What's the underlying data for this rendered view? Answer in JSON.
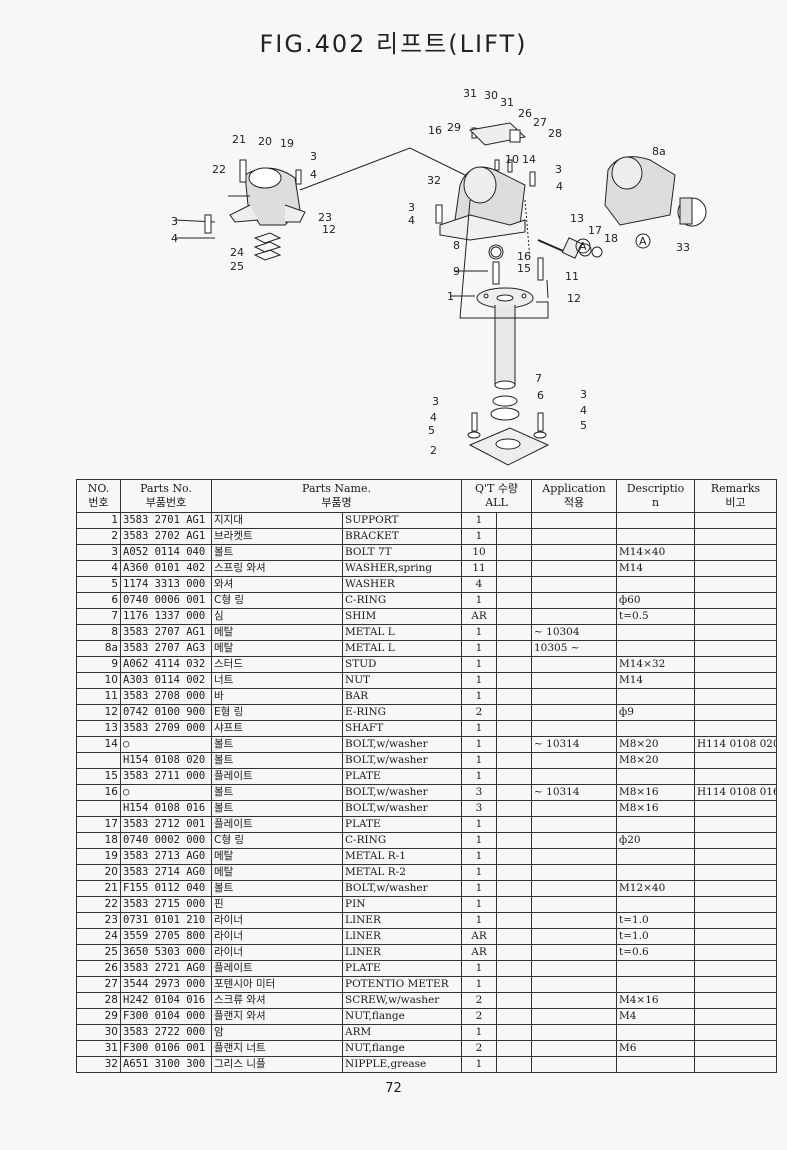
{
  "title": "FIG.402 리프트(LIFT)",
  "page_number": "72",
  "callouts": {
    "c31a": "31",
    "c30": "30",
    "c31b": "31",
    "c26": "26",
    "c27": "27",
    "c28": "28",
    "c16a": "16",
    "c29": "29",
    "c10": "10",
    "c14": "14",
    "c3a": "3",
    "c4a": "4",
    "c32": "32",
    "c3b": "3",
    "c4b": "4",
    "c8": "8",
    "c13": "13",
    "c17": "17",
    "c18": "18",
    "cA1": "A",
    "c16b": "16",
    "c15": "15",
    "c11": "11",
    "c9": "9",
    "c1": "1",
    "c12a": "12",
    "c21": "21",
    "c20": "20",
    "c19": "19",
    "c22": "22",
    "c3c": "3",
    "c4c": "4",
    "c3d": "3",
    "c4d": "4",
    "c23": "23",
    "c12b": "12",
    "c24": "24",
    "c25": "25",
    "c8a": "8a",
    "cA2": "A",
    "c33": "33",
    "c7": "7",
    "c6": "6",
    "c3e": "3",
    "c4e": "4",
    "c5a": "5",
    "c3f": "3",
    "c4f": "4",
    "c5b": "5",
    "c2": "2"
  },
  "table": {
    "headers": {
      "no_en": "NO.",
      "no_kr": "번호",
      "pn_en": "Parts No.",
      "pn_kr": "부품번호",
      "name_en": "Parts Name.",
      "name_kr": "부품명",
      "qt_top": "Q'T 수량",
      "qt_bottom": "ALL",
      "app_en": "Application",
      "app_kr": "적용",
      "desc_top": "Descriptio",
      "desc_bottom": "n",
      "rem_en": "Remarks",
      "rem_kr": "비고"
    },
    "rows": [
      {
        "no": "1",
        "pn": "3583 2701 AG1",
        "kr": "지지대",
        "en": "SUPPORT",
        "qty": "1",
        "app": "",
        "desc": "",
        "rem": ""
      },
      {
        "no": "2",
        "pn": "3583 2702 AG1",
        "kr": "브라켓트",
        "en": "BRACKET",
        "qty": "1",
        "app": "",
        "desc": "",
        "rem": ""
      },
      {
        "no": "3",
        "pn": "A052 0114 040",
        "kr": "볼트",
        "en": "BOLT 7T",
        "qty": "10",
        "app": "",
        "desc": "M14×40",
        "rem": ""
      },
      {
        "no": "4",
        "pn": "A360 0101 402",
        "kr": "스프링 와셔",
        "en": "WASHER,spring",
        "qty": "11",
        "app": "",
        "desc": "M14",
        "rem": ""
      },
      {
        "no": "5",
        "pn": "1174 3313 000",
        "kr": "와셔",
        "en": "WASHER",
        "qty": "4",
        "app": "",
        "desc": "",
        "rem": ""
      },
      {
        "no": "6",
        "pn": "0740 0006 001",
        "kr": "C형 링",
        "en": "C-RING",
        "qty": "1",
        "app": "",
        "desc": "ф60",
        "rem": ""
      },
      {
        "no": "7",
        "pn": "1176 1337 000",
        "kr": "심",
        "en": "SHIM",
        "qty": "AR",
        "app": "",
        "desc": "t=0.5",
        "rem": ""
      },
      {
        "no": "8",
        "pn": "3583 2707 AG1",
        "kr": "메탈",
        "en": "METAL L",
        "qty": "1",
        "app": "~ 10304",
        "desc": "",
        "rem": ""
      },
      {
        "no": "8a",
        "pn": "3583 2707 AG3",
        "kr": "메탈",
        "en": "METAL L",
        "qty": "1",
        "app": "10305 ~",
        "desc": "",
        "rem": ""
      },
      {
        "no": "9",
        "pn": "A062 4114 032",
        "kr": "스터드",
        "en": "STUD",
        "qty": "1",
        "app": "",
        "desc": "M14×32",
        "rem": ""
      },
      {
        "no": "10",
        "pn": "A303 0114 002",
        "kr": "너트",
        "en": "NUT",
        "qty": "1",
        "app": "",
        "desc": "M14",
        "rem": ""
      },
      {
        "no": "11",
        "pn": "3583 2708 000",
        "kr": "바",
        "en": "BAR",
        "qty": "1",
        "app": "",
        "desc": "",
        "rem": ""
      },
      {
        "no": "12",
        "pn": "0742 0100 900",
        "kr": "E형 링",
        "en": "E-RING",
        "qty": "2",
        "app": "",
        "desc": "ф9",
        "rem": ""
      },
      {
        "no": "13",
        "pn": "3583 2709 000",
        "kr": "샤프트",
        "en": "SHAFT",
        "qty": "1",
        "app": "",
        "desc": "",
        "rem": ""
      },
      {
        "no": "14",
        "pn": "○",
        "kr": "볼트",
        "en": "BOLT,w/washer",
        "qty": "1",
        "app": "~ 10314",
        "desc": "M8×20",
        "rem": "H114 0108 020"
      },
      {
        "no": "",
        "pn": "H154 0108 020",
        "kr": "볼트",
        "en": "BOLT,w/washer",
        "qty": "1",
        "app": "",
        "desc": "M8×20",
        "rem": ""
      },
      {
        "no": "15",
        "pn": "3583 2711 000",
        "kr": "플레이트",
        "en": "PLATE",
        "qty": "1",
        "app": "",
        "desc": "",
        "rem": ""
      },
      {
        "no": "16",
        "pn": "○",
        "kr": "볼트",
        "en": "BOLT,w/washer",
        "qty": "3",
        "app": "~ 10314",
        "desc": "M8×16",
        "rem": "H114 0108 016"
      },
      {
        "no": "",
        "pn": "H154 0108 016",
        "kr": "볼트",
        "en": "BOLT,w/washer",
        "qty": "3",
        "app": "",
        "desc": "M8×16",
        "rem": ""
      },
      {
        "no": "17",
        "pn": "3583 2712 001",
        "kr": "플레이트",
        "en": "PLATE",
        "qty": "1",
        "app": "",
        "desc": "",
        "rem": ""
      },
      {
        "no": "18",
        "pn": "0740 0002 000",
        "kr": "C형 링",
        "en": "C-RING",
        "qty": "1",
        "app": "",
        "desc": "ф20",
        "rem": ""
      },
      {
        "no": "19",
        "pn": "3583 2713 AG0",
        "kr": "메탈",
        "en": "METAL R-1",
        "qty": "1",
        "app": "",
        "desc": "",
        "rem": ""
      },
      {
        "no": "20",
        "pn": "3583 2714 AG0",
        "kr": "메탈",
        "en": "METAL R-2",
        "qty": "1",
        "app": "",
        "desc": "",
        "rem": ""
      },
      {
        "no": "21",
        "pn": "F155 0112 040",
        "kr": "볼트",
        "en": "BOLT,w/washer",
        "qty": "1",
        "app": "",
        "desc": "M12×40",
        "rem": ""
      },
      {
        "no": "22",
        "pn": "3583 2715 000",
        "kr": "핀",
        "en": "PIN",
        "qty": "1",
        "app": "",
        "desc": "",
        "rem": ""
      },
      {
        "no": "23",
        "pn": "0731 0101 210",
        "kr": "라이너",
        "en": "LINER",
        "qty": "1",
        "app": "",
        "desc": "t=1.0",
        "rem": ""
      },
      {
        "no": "24",
        "pn": "3559 2705 800",
        "kr": "라이너",
        "en": "LINER",
        "qty": "AR",
        "app": "",
        "desc": "t=1.0",
        "rem": ""
      },
      {
        "no": "25",
        "pn": "3650 5303 000",
        "kr": "라이너",
        "en": "LINER",
        "qty": "AR",
        "app": "",
        "desc": "t=0.6",
        "rem": ""
      },
      {
        "no": "26",
        "pn": "3583 2721 AG0",
        "kr": "플레이트",
        "en": "PLATE",
        "qty": "1",
        "app": "",
        "desc": "",
        "rem": ""
      },
      {
        "no": "27",
        "pn": "3544 2973 000",
        "kr": "포텐시아 미터",
        "en": "POTENTIO METER",
        "qty": "1",
        "app": "",
        "desc": "",
        "rem": ""
      },
      {
        "no": "28",
        "pn": "H242 0104 016",
        "kr": "스크류 와셔",
        "en": "SCREW,w/washer",
        "qty": "2",
        "app": "",
        "desc": "M4×16",
        "rem": ""
      },
      {
        "no": "29",
        "pn": "F300 0104 000",
        "kr": "플랜지 와셔",
        "en": "NUT,flange",
        "qty": "2",
        "app": "",
        "desc": "M4",
        "rem": ""
      },
      {
        "no": "30",
        "pn": "3583 2722 000",
        "kr": "암",
        "en": "ARM",
        "qty": "1",
        "app": "",
        "desc": "",
        "rem": ""
      },
      {
        "no": "31",
        "pn": "F300 0106 001",
        "kr": "플랜지 너트",
        "en": "NUT,flange",
        "qty": "2",
        "app": "",
        "desc": "M6",
        "rem": ""
      },
      {
        "no": "32",
        "pn": "A651 3100 300",
        "kr": "그리스 니플",
        "en": "NIPPLE,grease",
        "qty": "1",
        "app": "",
        "desc": "",
        "rem": ""
      }
    ]
  }
}
